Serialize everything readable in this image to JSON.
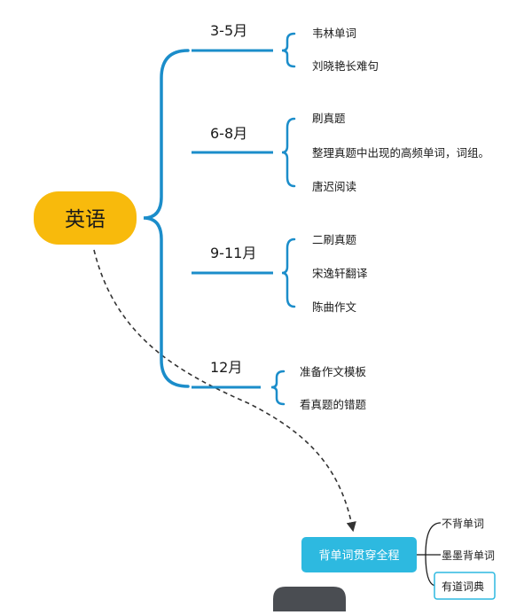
{
  "root": {
    "label": "英语",
    "fill": "#F8BA0C"
  },
  "accent": "#1B8DCA",
  "connector_color": "#333333",
  "periods": [
    {
      "label": "3-5月",
      "items": [
        "韦林单词",
        "刘晓艳长难句"
      ]
    },
    {
      "label": "6-8月",
      "items": [
        "刷真题",
        "整理真题中出现的高频单词，词组。",
        "唐迟阅读"
      ]
    },
    {
      "label": "9-11月",
      "items": [
        "二刷真题",
        "宋逸轩翻译",
        "陈曲作文"
      ]
    },
    {
      "label": "12月",
      "items": [
        "准备作文模板",
        "看真题的错题"
      ]
    }
  ],
  "vocab": {
    "label": "背单词贯穿全程",
    "fill": "#2DB9E0",
    "items": [
      "不背单词",
      "墨墨背单词",
      "有道词典"
    ],
    "highlighted_item": "有道词典"
  }
}
